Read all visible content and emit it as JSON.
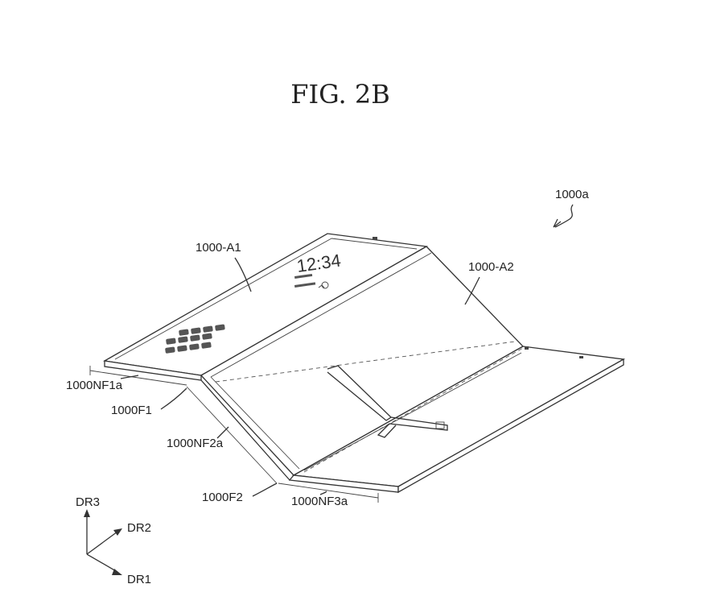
{
  "figure": {
    "title": "FIG. 2B",
    "labels": {
      "device": "1000a",
      "area_1": "1000-A1",
      "area_2": "1000-A2",
      "nonfold_1": "1000NF1a",
      "fold_1": "1000F1",
      "nonfold_2": "1000NF2a",
      "fold_2": "1000F2",
      "nonfold_3": "1000NF3a"
    },
    "screen": {
      "clock": "12:34"
    },
    "axes": {
      "dr1": "DR1",
      "dr2": "DR2",
      "dr3": "DR3"
    }
  }
}
